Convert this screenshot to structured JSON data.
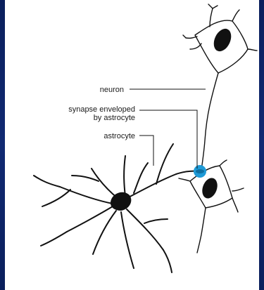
{
  "diagram": {
    "labels": {
      "neuron": "neuron",
      "synapse_line1": "synapse enveloped",
      "synapse_line2": "by astrocyte",
      "astrocyte": "astrocyte"
    },
    "colors": {
      "background": "#0d2466",
      "panel": "#ffffff",
      "ink": "#111111",
      "synapse": "#1e9ad6"
    }
  }
}
